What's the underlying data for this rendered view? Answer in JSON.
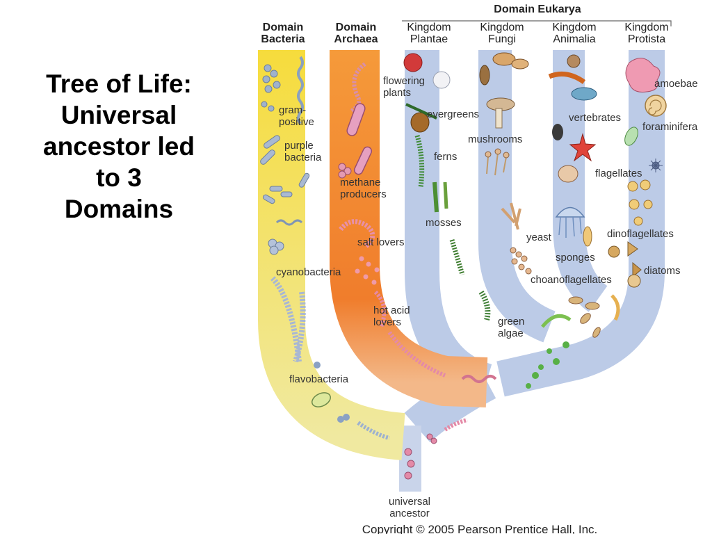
{
  "slide": {
    "title_lines": [
      "Tree of Life:",
      "Universal",
      "ancestor led",
      "to 3",
      "Domains"
    ]
  },
  "diagram": {
    "eukarya_header": "Domain Eukarya",
    "columns": [
      {
        "id": "bacteria",
        "line1": "Domain",
        "line2": "Bacteria",
        "bold": true
      },
      {
        "id": "archaea",
        "line1": "Domain",
        "line2": "Archaea",
        "bold": true
      },
      {
        "id": "plantae",
        "line1": "Kingdom",
        "line2": "Plantae",
        "bold": false
      },
      {
        "id": "fungi",
        "line1": "Kingdom",
        "line2": "Fungi",
        "bold": false
      },
      {
        "id": "animalia",
        "line1": "Kingdom",
        "line2": "Animalia",
        "bold": false
      },
      {
        "id": "protista",
        "line1": "Kingdom",
        "line2": "Protista",
        "bold": false
      }
    ],
    "labels": {
      "gram_positive": [
        "gram-",
        "positive"
      ],
      "purple_bacteria": [
        "purple",
        "bacteria"
      ],
      "cyanobacteria": "cyanobacteria",
      "flavobacteria": "flavobacteria",
      "methane_producers": [
        "methane",
        "producers"
      ],
      "salt_lovers": "salt lovers",
      "hot_acid_lovers": [
        "hot acid",
        "lovers"
      ],
      "flowering_plants": [
        "flowering",
        "plants"
      ],
      "evergreens": "evergreens",
      "ferns": "ferns",
      "mosses": "mosses",
      "green_algae": [
        "green",
        "algae"
      ],
      "mushrooms": "mushrooms",
      "yeast": "yeast",
      "choanoflagellates": "choanoflagellates",
      "vertebrates": "vertebrates",
      "sponges": "sponges",
      "amoebae": "amoebae",
      "foraminifera": "foraminifera",
      "flagellates": "flagellates",
      "dinoflagellates": "dinoflagellates",
      "diatoms": "diatoms",
      "universal_ancestor": [
        "universal",
        "ancestor"
      ]
    },
    "copyright": "Copyright © 2005 Pearson Prentice Hall, Inc.",
    "colors": {
      "bacteria_branch": "#f3d83a",
      "archaea_branch": "#f28a2e",
      "eukarya_branch": "#b9c8e6"
    }
  }
}
